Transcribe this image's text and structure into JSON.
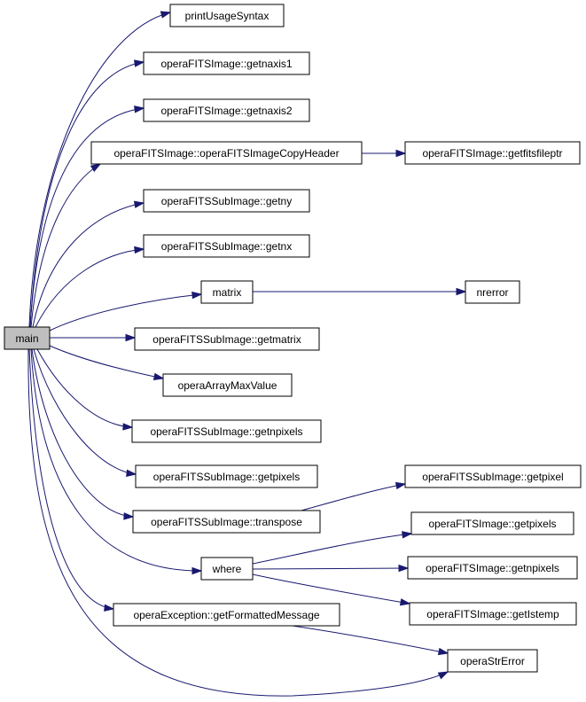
{
  "diagram": {
    "edge_color": "#191970",
    "root_fill": "#bfbfbf",
    "nodes": {
      "main": "main",
      "printUsageSyntax": "printUsageSyntax",
      "getnaxis1": "operaFITSImage::getnaxis1",
      "getnaxis2": "operaFITSImage::getnaxis2",
      "copyHeader": "operaFITSImage::operaFITSImageCopyHeader",
      "getfitsfileptr": "operaFITSImage::getfitsfileptr",
      "sub_getny": "operaFITSSubImage::getny",
      "sub_getnx": "operaFITSSubImage::getnx",
      "matrix": "matrix",
      "nrerror": "nrerror",
      "sub_getmatrix": "operaFITSSubImage::getmatrix",
      "arrayMax": "operaArrayMaxValue",
      "sub_getnpixels": "operaFITSSubImage::getnpixels",
      "sub_getpixels": "operaFITSSubImage::getpixels",
      "sub_getpixel": "operaFITSSubImage::getpixel",
      "sub_transpose": "operaFITSSubImage::transpose",
      "img_getpixels": "operaFITSImage::getpixels",
      "where": "where",
      "img_getnpixels": "operaFITSImage::getnpixels",
      "formattedMsg": "operaException::getFormattedMessage",
      "img_getIstemp": "operaFITSImage::getIstemp",
      "strError": "operaStrError"
    }
  }
}
